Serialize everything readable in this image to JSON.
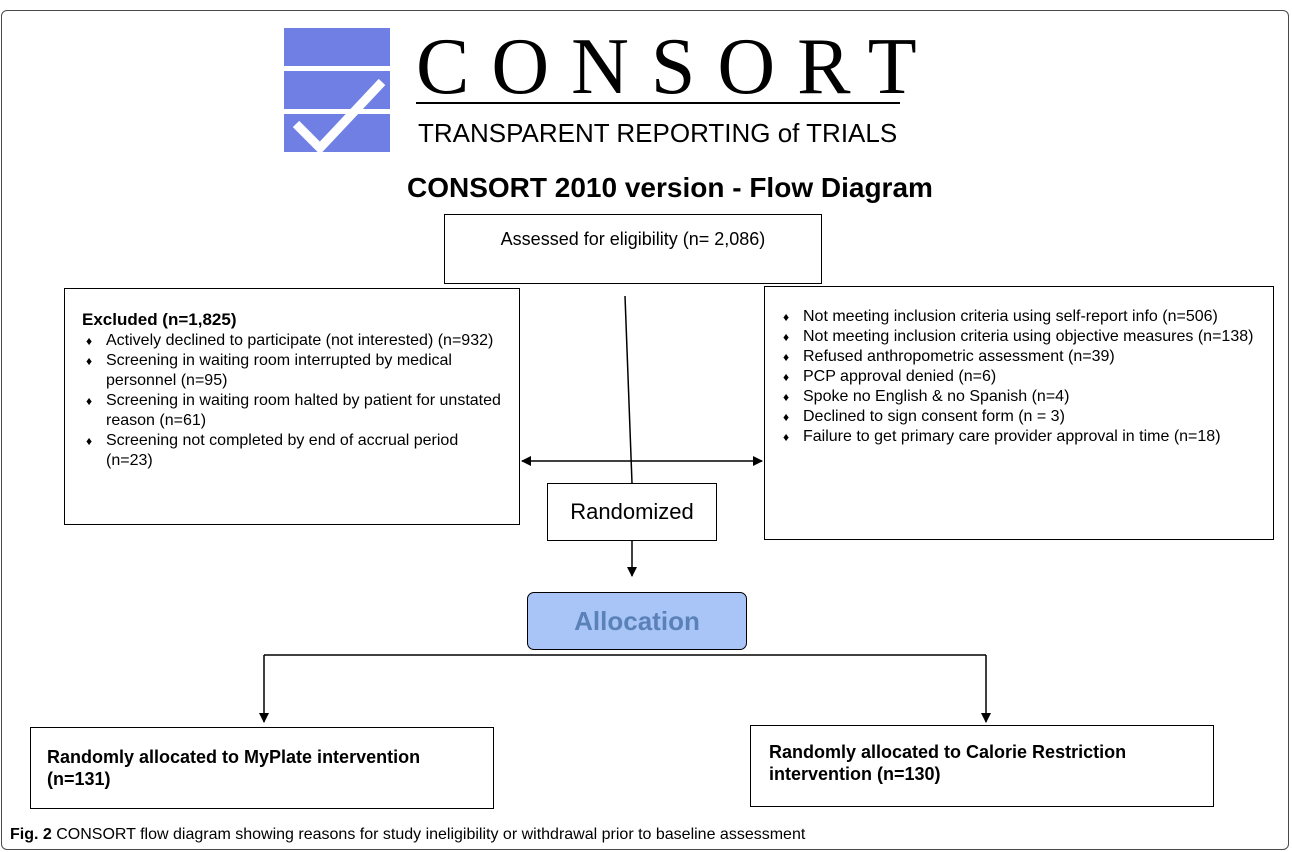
{
  "logo": {
    "wordmark": "CONSORT",
    "tagline": "TRANSPARENT REPORTING of TRIALS",
    "colors": {
      "mark": "#6f7fe3",
      "check": "#ffffff"
    }
  },
  "heading": "CONSORT 2010 version - Flow Diagram",
  "assessed": "Assessed for eligibility (n= 2,086)",
  "excluded": {
    "title": "Excluded (n=1,825)",
    "items": [
      "Actively declined to participate (not interested) (n=932)",
      "Screening in waiting room interrupted by medical personnel (n=95)",
      "Screening in waiting room halted by patient for unstated reason (n=61)",
      "Screening not completed by end of accrual period (n=23)"
    ]
  },
  "ineligible": {
    "items": [
      "Not meeting inclusion criteria using self-report info (n=506)",
      "Not meeting inclusion criteria using objective measures (n=138)",
      "Refused anthropometric assessment (n=39)",
      "PCP approval denied (n=6)",
      "Spoke no English & no Spanish (n=4)",
      "Declined to sign consent form (n = 3)",
      "Failure to get primary care provider approval in time (n=18)"
    ]
  },
  "bullet_glyph": "♦",
  "randomized": "Randomized",
  "allocation": {
    "label": "Allocation",
    "colors": {
      "fill": "#a9c5f7",
      "text": "#5a82b8"
    }
  },
  "arms": {
    "left": "Randomly allocated to MyPlate intervention (n=131)",
    "right": "Randomly allocated to Calorie Restriction intervention (n=130)"
  },
  "caption": {
    "label": "Fig. 2",
    "text": " CONSORT flow diagram showing reasons for study ineligibility or withdrawal prior to baseline assessment"
  }
}
